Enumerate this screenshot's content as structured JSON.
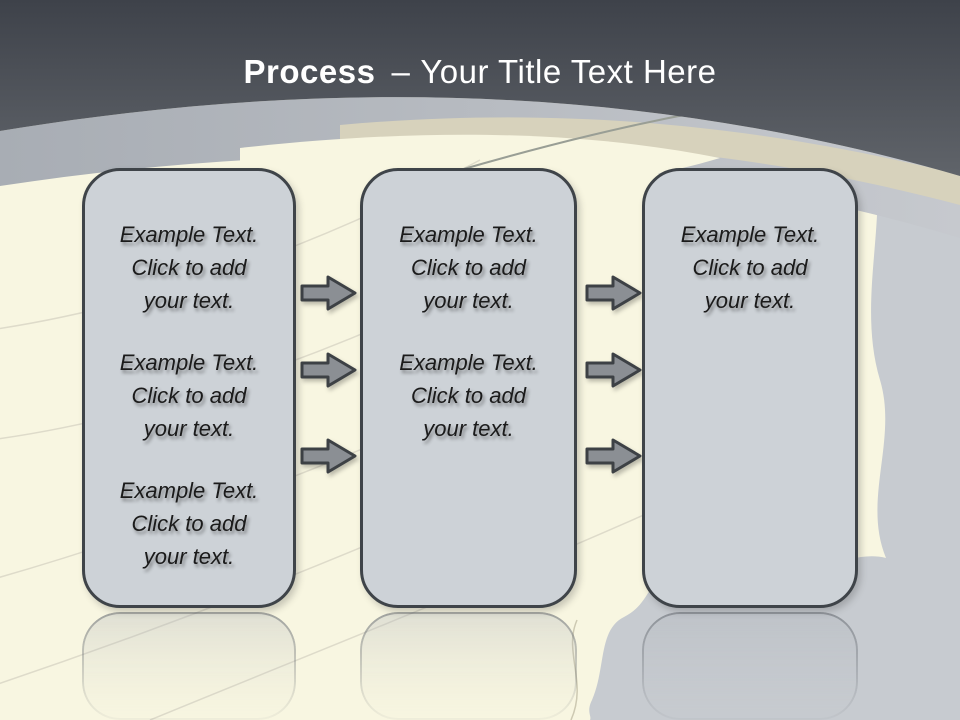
{
  "title": {
    "keyword": "Process",
    "separator": "–",
    "text": "Your Title Text Here"
  },
  "boxes": [
    {
      "name": "process-step-1",
      "paragraphs": [
        "Example Text.\nClick  to add\nyour text.",
        "Example Text.\nClick  to add\nyour text.",
        "Example Text.\nClick  to add\nyour text."
      ]
    },
    {
      "name": "process-step-2",
      "paragraphs": [
        "Example Text.\nClick  to add\nyour text.",
        "Example Text.\nClick  to add\nyour text."
      ]
    },
    {
      "name": "process-step-3",
      "paragraphs": [
        "Example Text.\nClick  to add\nyour text."
      ]
    }
  ],
  "arrows": {
    "icon": "right-arrow",
    "count": 6
  },
  "colors": {
    "header_top": "#3e424a",
    "header_bottom": "#60646a",
    "background_cream": "#f8f6e1",
    "land_gray": "#c7cbd0",
    "blob_gray": "#b9bdc4",
    "band_gray_left": "#a8adb4",
    "band_gray_right": "#c6c9ce",
    "band_tan": "#d7d2bc",
    "box_fill": "#cdd2d7",
    "box_border": "#3f4449",
    "arrow_fill": "#8b8f94",
    "arrow_border": "#3d4145",
    "title_color": "#ffffff",
    "body_text": "#1b1b1b"
  }
}
